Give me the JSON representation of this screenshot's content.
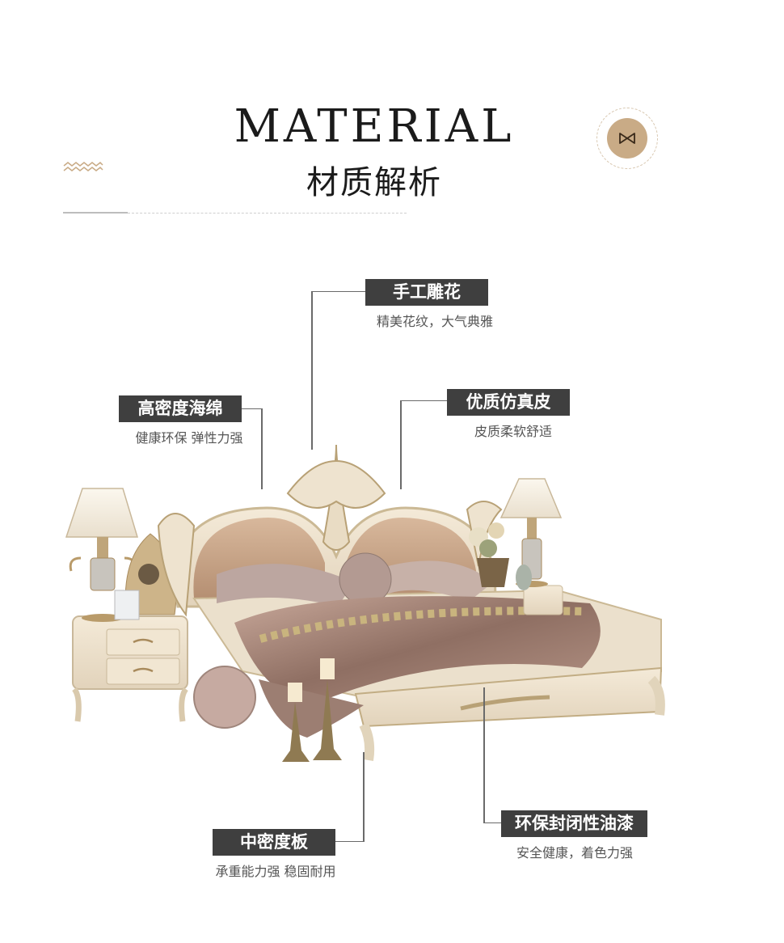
{
  "header": {
    "title_en": "MATERIAL",
    "title_cn": "材质解析",
    "badge_icon": "bowtie-icon",
    "accent_color": "#c9ab86"
  },
  "callouts": [
    {
      "id": "carving",
      "title": "手工雕花",
      "subtitle": "精美花纹，大气典雅"
    },
    {
      "id": "sponge",
      "title": "高密度海绵",
      "subtitle": "健康环保 弹性力强"
    },
    {
      "id": "leather",
      "title": "优质仿真皮",
      "subtitle": "皮质柔软舒适"
    },
    {
      "id": "board",
      "title": "中密度板",
      "subtitle": "承重能力强 稳固耐用"
    },
    {
      "id": "paint",
      "title": "环保封闭性油漆",
      "subtitle": "安全健康，着色力强"
    }
  ],
  "label_color": "#3f3f3f"
}
